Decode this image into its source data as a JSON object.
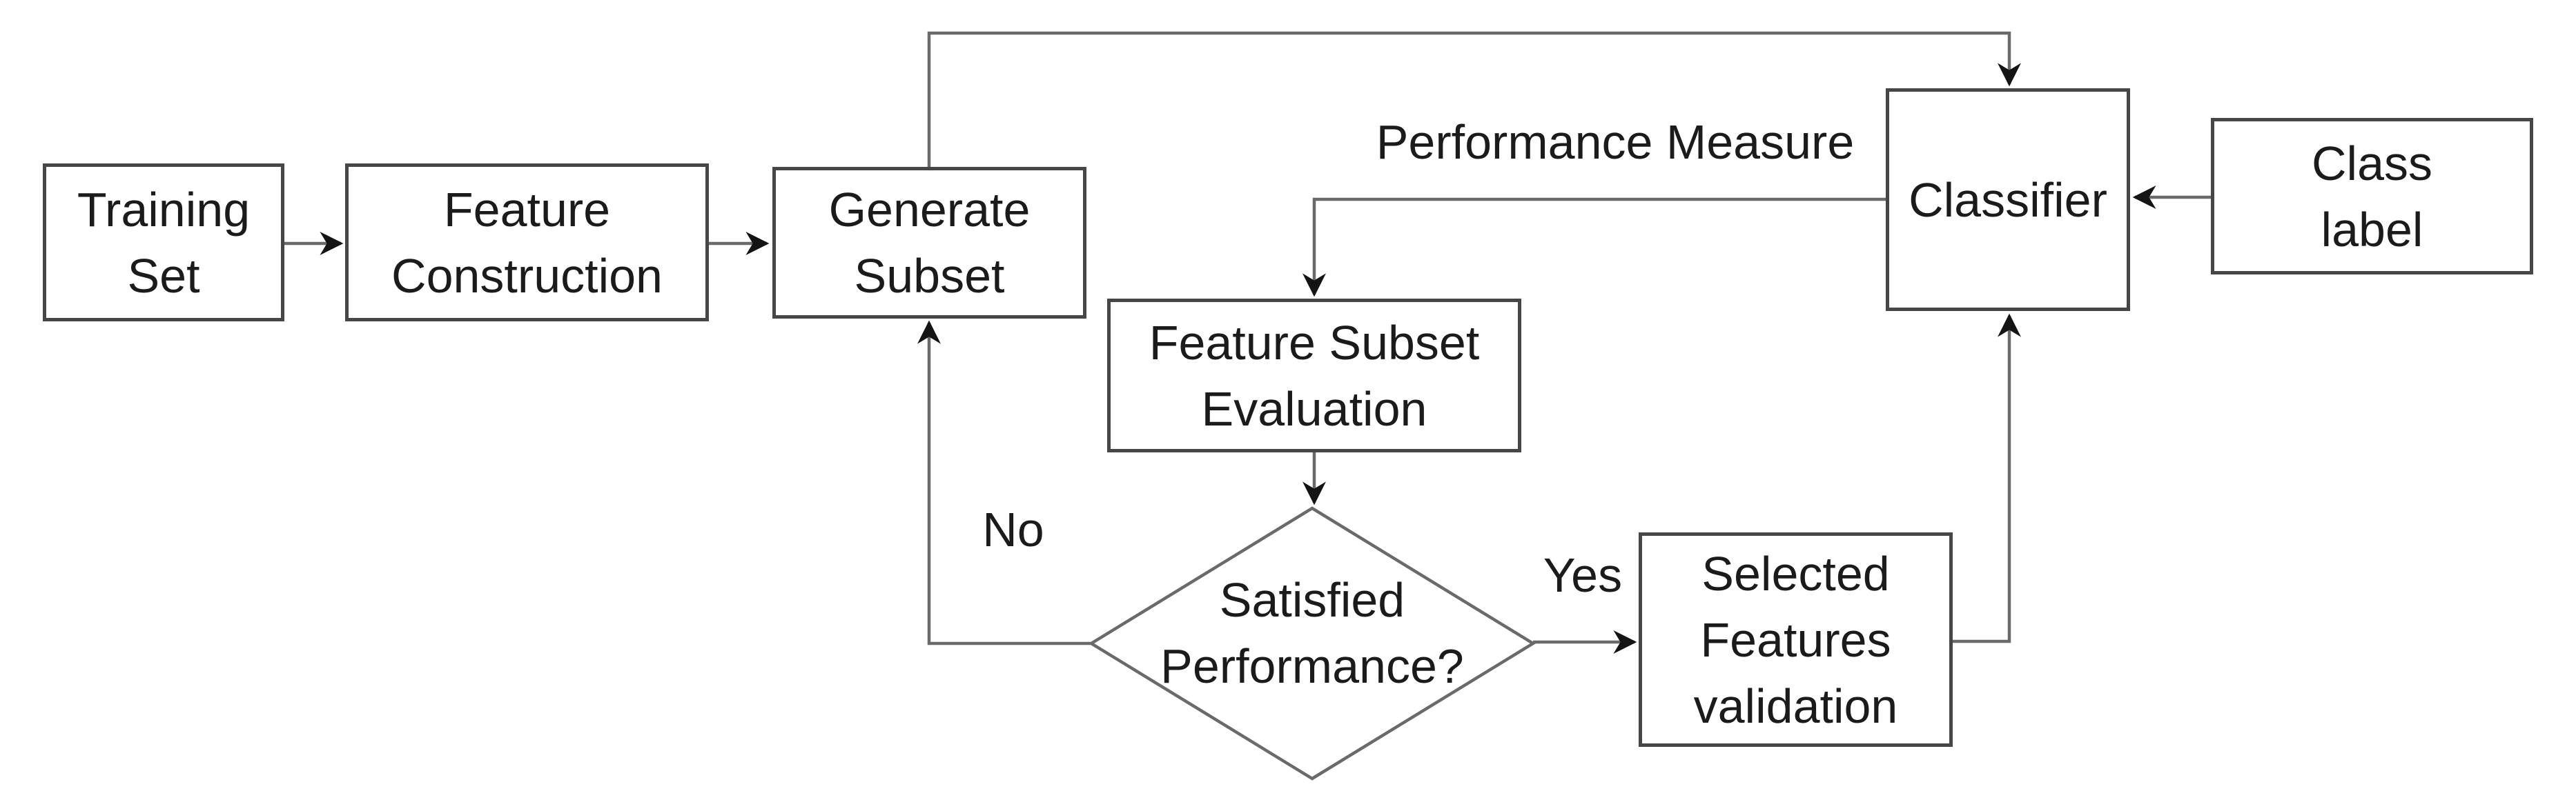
{
  "nodes": {
    "training_set": {
      "label": "Training\nSet"
    },
    "feature_construction": {
      "label": "Feature\nConstruction"
    },
    "generate_subset": {
      "label": "Generate\nSubset"
    },
    "feature_subset_evaluation": {
      "label": "Feature Subset\nEvaluation"
    },
    "satisfied_performance": {
      "label": "Satisfied\nPerformance?"
    },
    "selected_features_validation": {
      "label": "Selected\nFeatures\nvalidation"
    },
    "classifier": {
      "label": "Classifier"
    },
    "class_label": {
      "label": "Class\nlabel"
    }
  },
  "edge_labels": {
    "performance_measure": "Performance Measure",
    "no": "No",
    "yes": "Yes"
  },
  "colors": {
    "background": "#ffffff",
    "box_border": "#464646",
    "connector": "#6a6a6a",
    "arrowhead": "#141414",
    "text": "#1b1b1b"
  }
}
